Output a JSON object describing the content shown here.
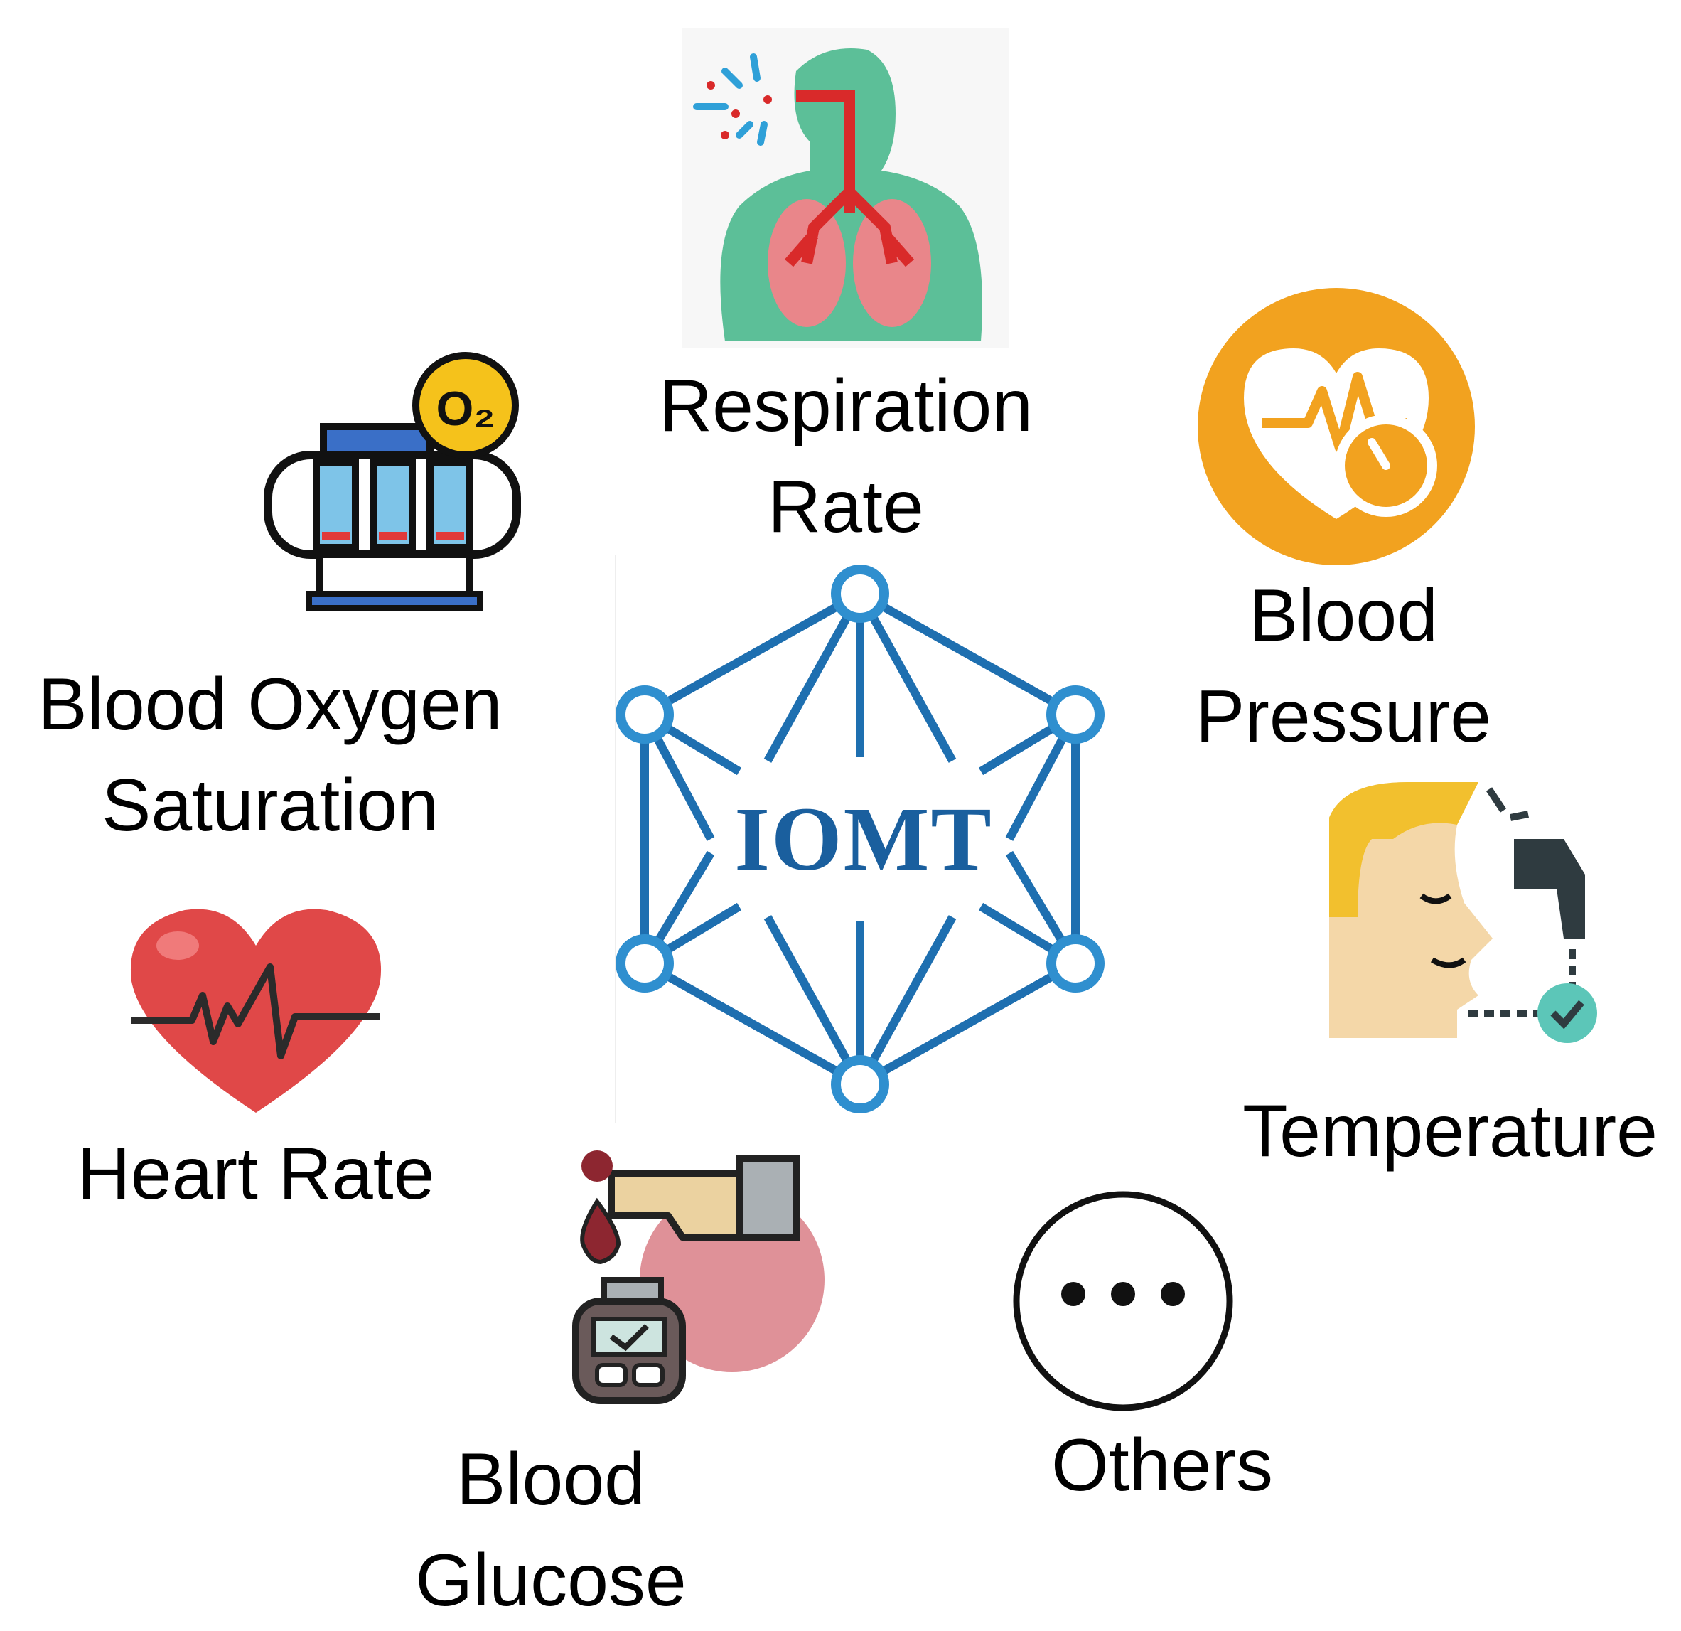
{
  "center": {
    "text": "IOMT",
    "colors": {
      "network": "#1e6fb0",
      "text_dark": "#1a5f9e",
      "text_light": "#2f8fcf"
    }
  },
  "nodes": {
    "respiration": {
      "icon": "lungs-icon",
      "label_line1": "Respiration",
      "label_line2": "Rate"
    },
    "blood_pressure": {
      "icon": "heart-gauge-icon",
      "label_line1": "Blood",
      "label_line2": "Pressure"
    },
    "blood_oxygen": {
      "icon": "oxygen-monitor-icon",
      "label_line1": "Blood Oxygen",
      "label_line2": "Saturation"
    },
    "temperature": {
      "icon": "forehead-thermometer-icon",
      "label_line1": "Temperature"
    },
    "heart_rate": {
      "icon": "heartbeat-icon",
      "label_line1": "Heart Rate"
    },
    "blood_glucose": {
      "icon": "glucometer-icon",
      "label_line1": "Blood",
      "label_line2": "Glucose"
    },
    "others": {
      "icon": "ellipsis-circle-icon",
      "label_line1": "Others"
    }
  }
}
